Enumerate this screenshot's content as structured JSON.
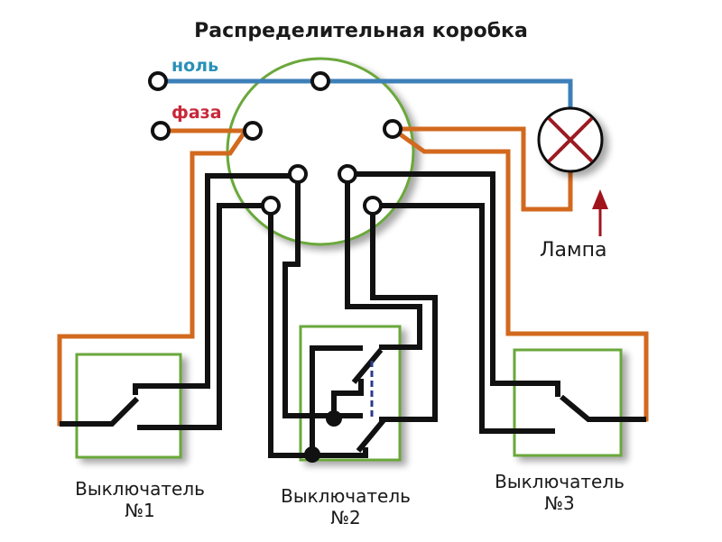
{
  "title": "Распределительная коробка",
  "labels": {
    "neutral": "ноль",
    "phase": "фаза",
    "lamp": "Лампа"
  },
  "switches": [
    {
      "name": "Выключатель",
      "number": "№1"
    },
    {
      "name": "Выключатель",
      "number": "№2"
    },
    {
      "name": "Выключатель",
      "number": "№3"
    }
  ],
  "colors": {
    "neutral_wire": "#3d7fb8",
    "neutral_text": "#2a90b8",
    "phase_wire": "#d2691e",
    "phase_text": "#c8283a",
    "switch_wire": "#111111",
    "box_outline": "#6aa83a",
    "lamp_cross": "#9b1c22",
    "arrow": "#a0141c",
    "traveler_link": "#2b3a8c"
  },
  "components": {
    "junction_box": "Распределительная коробка",
    "lamp": "Лампа",
    "switch_types": [
      "two-way (проходной)",
      "cross (перекрёстный)",
      "two-way (проходной)"
    ]
  }
}
